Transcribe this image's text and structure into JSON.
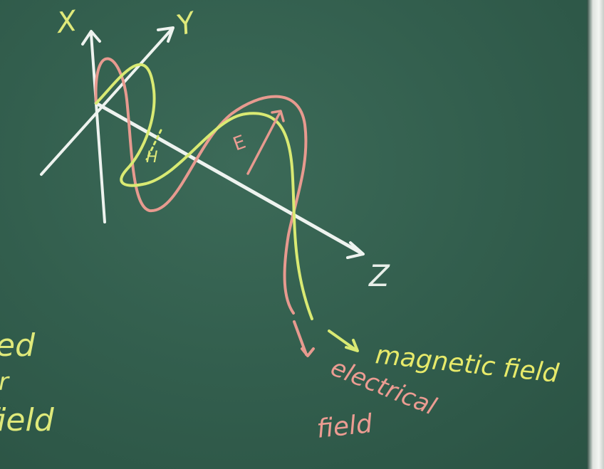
{
  "axes": {
    "x_label": "X",
    "y_label": "Y",
    "z_label": "Z"
  },
  "labels": {
    "h_vector": "H",
    "e_vector": "E",
    "magnetic_field": "magnetic field",
    "electrical": "electrical",
    "field": "field"
  },
  "left_fragments": {
    "line1": "ed",
    "line2": "r",
    "line3": "field"
  },
  "colors": {
    "board": "#2f5a4a",
    "chalk_white": "#eef3ef",
    "chalk_pink": "#e79a8f",
    "chalk_yellow_green": "#d9ea73"
  }
}
